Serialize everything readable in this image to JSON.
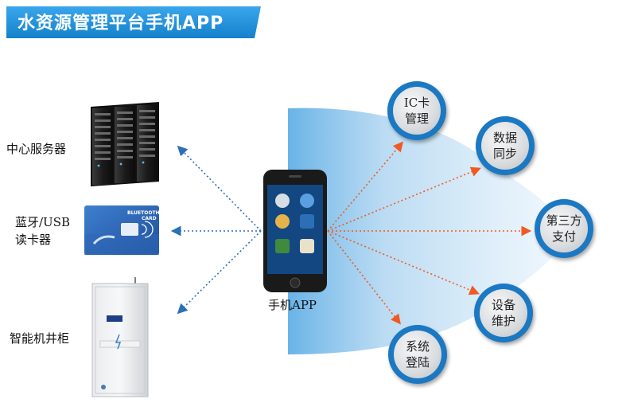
{
  "title": "水资源管理平台手机APP",
  "phone": {
    "label": "手机APP"
  },
  "left_nodes": [
    {
      "id": "server",
      "label": "中心服务器"
    },
    {
      "id": "reader",
      "label_line1": "蓝牙/USB",
      "label_line2": "读卡器"
    },
    {
      "id": "cabinet",
      "label": "智能机井柜"
    }
  ],
  "right_nodes": [
    {
      "line1": "IC卡",
      "line2": "管理"
    },
    {
      "line1": "数据",
      "line2": "同步"
    },
    {
      "line1": "第三方",
      "line2": "支付"
    },
    {
      "line1": "设备",
      "line2": "维护"
    },
    {
      "line1": "系统",
      "line2": "登陆"
    }
  ],
  "reader_card": {
    "brand": "BLUETOOTH CARD"
  },
  "colors": {
    "banner": "#1f8fd6",
    "circle_ring": "#1b78c2",
    "left_arrow": "#2b6fb8",
    "right_arrow": "#f05a22"
  }
}
